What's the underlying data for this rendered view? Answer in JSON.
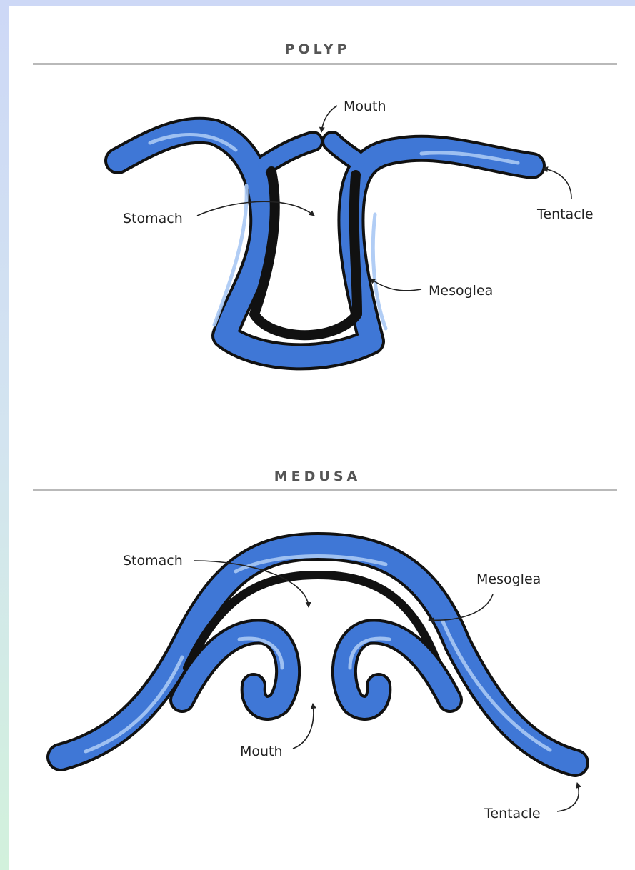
{
  "polyp": {
    "title": "POLYP",
    "labels": {
      "mouth": "Mouth",
      "stomach": "Stomach",
      "tentacle": "Tentacle",
      "mesoglea": "Mesoglea"
    }
  },
  "medusa": {
    "title": "MEDUSA",
    "labels": {
      "stomach": "Stomach",
      "mesoglea": "Mesoglea",
      "mouth": "Mouth",
      "tentacle": "Tentacle"
    }
  },
  "colors": {
    "body_blue": "#3f77d6",
    "highlight": "#a9c8f4",
    "outline": "#111111",
    "background_top": "#cdd8f6",
    "background_bottom": "#d2f1dc"
  }
}
